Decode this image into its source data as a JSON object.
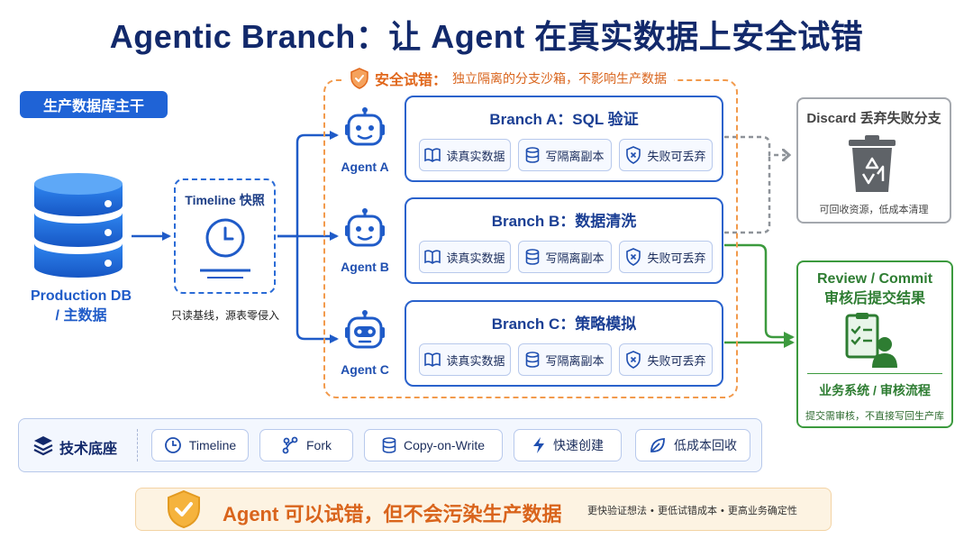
{
  "title": "Agentic Branch：让 Agent 在真实数据上安全试错",
  "trunk": {
    "label": "生产数据库主干",
    "source_label_line1": "Production DB",
    "source_label_line2": "/ 主数据"
  },
  "snapshot": {
    "title": "Timeline 快照",
    "note": "只读基线，源表零侵入"
  },
  "sandbox": {
    "title": "安全试错：",
    "description": "独立隔离的分支沙箱，不影响生产数据"
  },
  "agents": [
    {
      "label": "Agent A"
    },
    {
      "label": "Agent B"
    },
    {
      "label": "Agent C"
    }
  ],
  "branches": [
    {
      "title": "Branch A：SQL 验证",
      "chips": [
        "读真实数据",
        "写隔离副本",
        "失败可丢弃"
      ]
    },
    {
      "title": "Branch B：数据清洗",
      "chips": [
        "读真实数据",
        "写隔离副本",
        "失败可丢弃"
      ]
    },
    {
      "title": "Branch C：策略模拟",
      "chips": [
        "读真实数据",
        "写隔离副本",
        "失败可丢弃"
      ]
    }
  ],
  "discard": {
    "title": "Discard 丢弃失败分支",
    "note": "可回收资源，低成本清理"
  },
  "review": {
    "title_line1": "Review / Commit",
    "title_line2": "审核后提交结果",
    "subtitle": "业务系统 / 审核流程",
    "note": "提交需审核，不直接写回生产库"
  },
  "tech_stack": {
    "label": "技术底座",
    "items": [
      {
        "label": "Timeline",
        "icon": "clock-icon"
      },
      {
        "label": "Fork",
        "icon": "fork-icon"
      },
      {
        "label": "Copy-on-Write",
        "icon": "database-icon"
      },
      {
        "label": "快速创建",
        "icon": "bolt-icon"
      },
      {
        "label": "低成本回收",
        "icon": "leaf-icon"
      }
    ]
  },
  "footer": {
    "main": "Agent 可以试错，但不会污染生产数据",
    "points": "更快验证想法 • 更低试错成本 • 更高业务确定性"
  },
  "colors": {
    "primary_blue": "#1f63d6",
    "title_navy": "#12296b",
    "sandbox_orange": "#f29a4c",
    "commit_green": "#3c9a3e",
    "discard_gray": "#a4a8ae"
  }
}
